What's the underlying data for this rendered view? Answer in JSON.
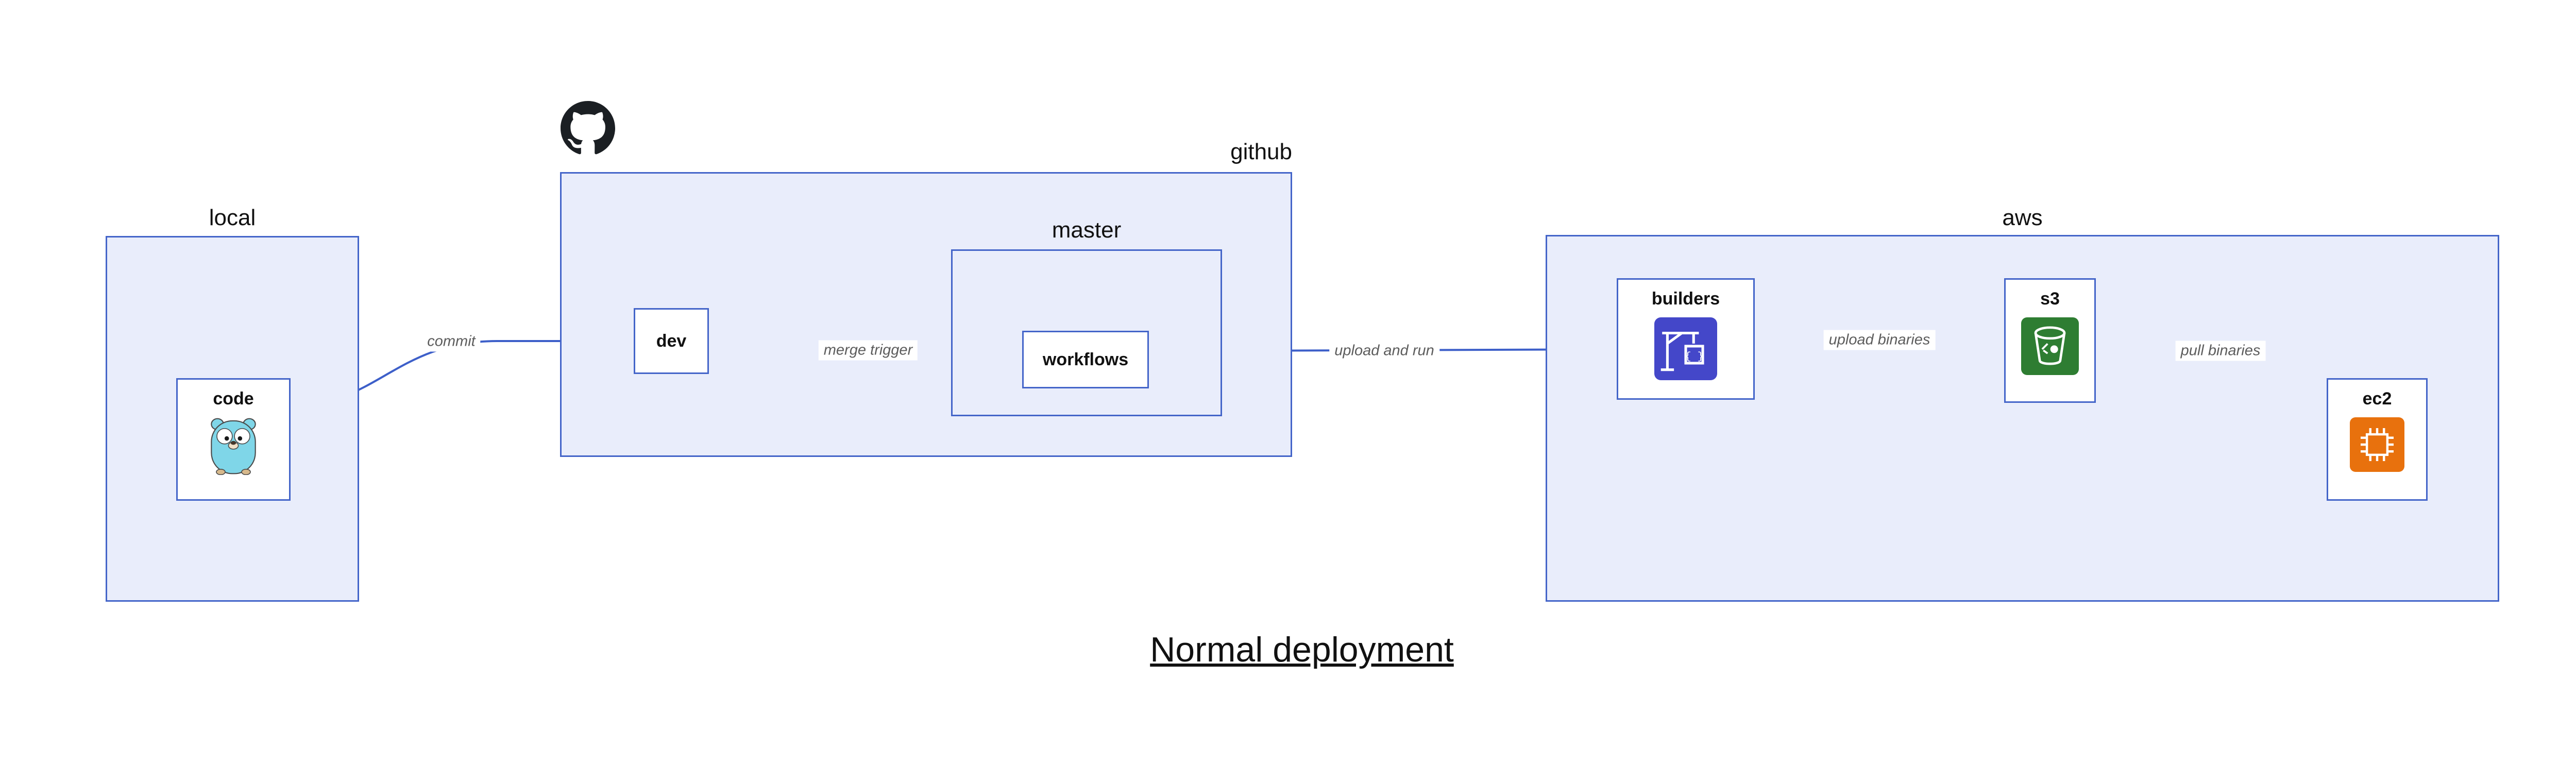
{
  "diagram_title": "Normal deployment",
  "containers": {
    "local": {
      "label": "local"
    },
    "github": {
      "label": "github",
      "icon": "github-octocat-icon"
    },
    "master": {
      "label": "master"
    },
    "aws": {
      "label": "aws"
    }
  },
  "nodes": {
    "code": {
      "label": "code",
      "icon": "go-gopher-icon"
    },
    "dev": {
      "label": "dev"
    },
    "workflows": {
      "label": "workflows"
    },
    "builders": {
      "label": "builders",
      "icon": "codebuild-crane-icon"
    },
    "s3": {
      "label": "s3",
      "icon": "s3-bucket-icon"
    },
    "ec2": {
      "label": "ec2",
      "icon": "ec2-chip-icon"
    }
  },
  "edges": [
    {
      "from": "code",
      "to": "dev",
      "label": "commit"
    },
    {
      "from": "dev",
      "to": "workflows",
      "label": "merge trigger"
    },
    {
      "from": "master",
      "to": "builders",
      "label": "upload and run"
    },
    {
      "from": "builders",
      "to": "s3",
      "label": "upload binaries"
    },
    {
      "from": "s3",
      "to": "ec2",
      "label": "pull binaries"
    }
  ],
  "colors": {
    "container-fill": "#E9EDFB",
    "container-border": "#4465C9",
    "node-fill": "#FFFFFF",
    "node-border": "#4465C9",
    "arrow": "#3D5FC9",
    "edge-label": "#5C5C5C",
    "gopher-body": "#7FD6E8",
    "builders-icon": "#4447C9",
    "s3-icon": "#2E7D32",
    "ec2-icon": "#E8710D",
    "github-mark": "#1B1F23"
  }
}
